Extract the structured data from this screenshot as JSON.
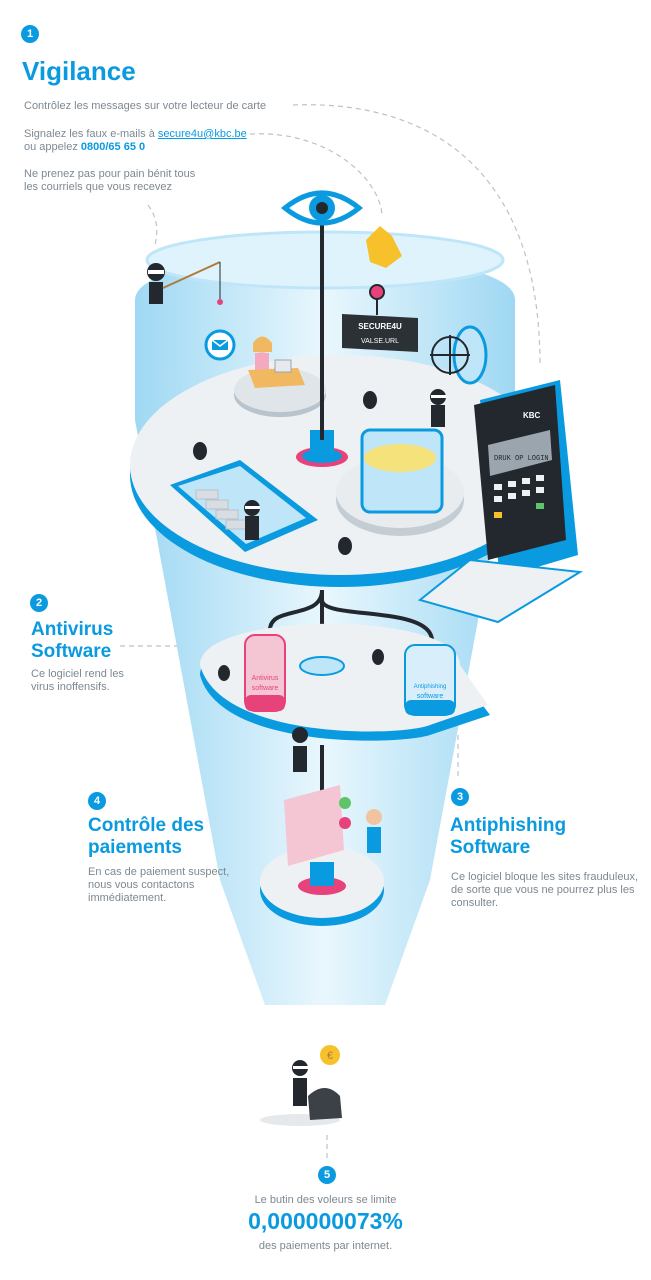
{
  "section1": {
    "number": "1",
    "title": "Vigilance",
    "line1": "Contrôlez les messages sur votre lecteur de carte",
    "report_prefix": "Signalez les faux e-mails à",
    "report_email": "secure4u@kbc.be",
    "or_call": "ou  appelez",
    "phone": "0800/65 65 0",
    "line3a": "Ne prenez pas pour pain bénit tous",
    "line3b": "les courriels que vous recevez"
  },
  "section2": {
    "number": "2",
    "title1": "Antivirus",
    "title2": "Software",
    "desc1": "Ce logiciel rend les",
    "desc2": "virus inoffensifs."
  },
  "section3": {
    "number": "3",
    "title1": "Antiphishing",
    "title2": "Software",
    "desc1": "Ce logiciel bloque les sites frauduleux,",
    "desc2": "de sorte que vous ne pourrez plus les",
    "desc3": "consulter."
  },
  "section4": {
    "number": "4",
    "title1": "Contrôle des",
    "title2": "paiements",
    "desc1": "En cas de paiement suspect,",
    "desc2": "nous vous contactons",
    "desc3": "immédiatement."
  },
  "section5": {
    "number": "5",
    "line1": "Le butin des voleurs se limite",
    "stat": "0,000000073%",
    "line2": "des paiements par internet."
  },
  "illustration": {
    "sign_brand": "SECURE4U",
    "sign_text": "VALSE.URL",
    "reader_brand": "KBC",
    "reader_screen": "DRUK OP LOGIN",
    "bottle_left_label1": "Antivirus",
    "bottle_left_label2": "software",
    "bottle_right_label1": "Antiphishing",
    "bottle_right_label2": "software",
    "coin_symbol": "€",
    "colors": {
      "accent": "#0a9ae0",
      "light_blue": "#bfe6f8",
      "pink": "#e8427a",
      "dark": "#22282e"
    }
  }
}
